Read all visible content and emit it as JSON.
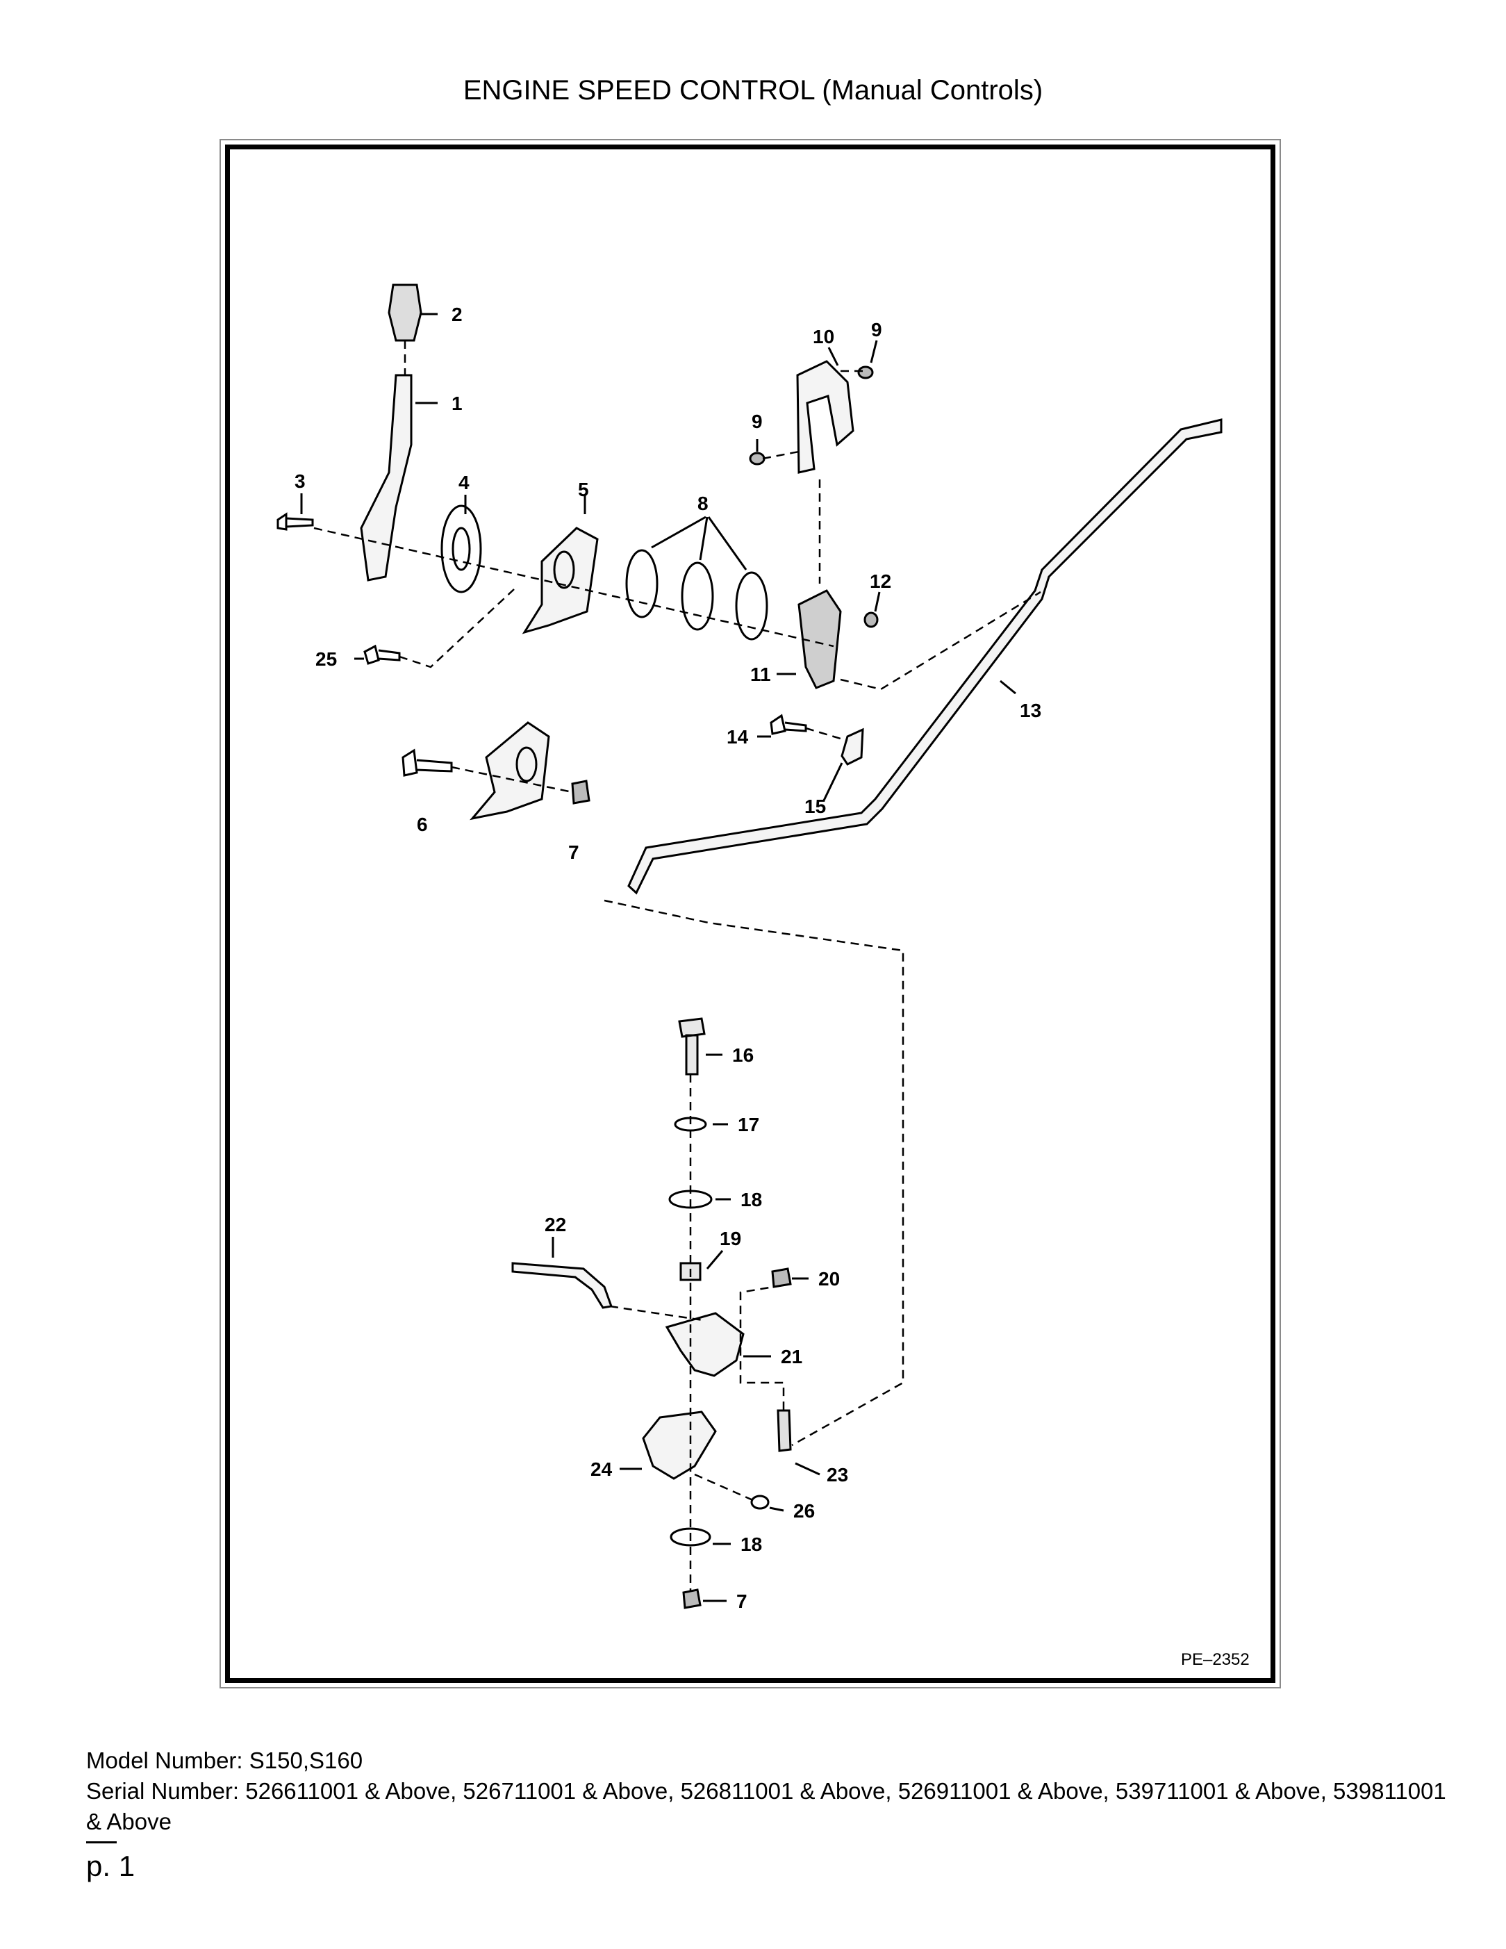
{
  "page": {
    "title": "ENGINE SPEED CONTROL (Manual Controls)",
    "figure_number": "PE–2352",
    "page_label": "p. 1"
  },
  "model_number": "Model Number: S150,S160",
  "serial_number": "Serial Number: 526611001 & Above, 526711001 & Above, 526811001 & Above, 526911001 & Above, 539711001 & Above, 539811001 & Above",
  "callouts": [
    "2",
    "1",
    "3",
    "4",
    "5",
    "8",
    "10",
    "9",
    "9",
    "12",
    "11",
    "25",
    "13",
    "14",
    "15",
    "6",
    "7",
    "16",
    "17",
    "18",
    "22",
    "19",
    "20",
    "21",
    "24",
    "23",
    "26",
    "18",
    "7"
  ]
}
